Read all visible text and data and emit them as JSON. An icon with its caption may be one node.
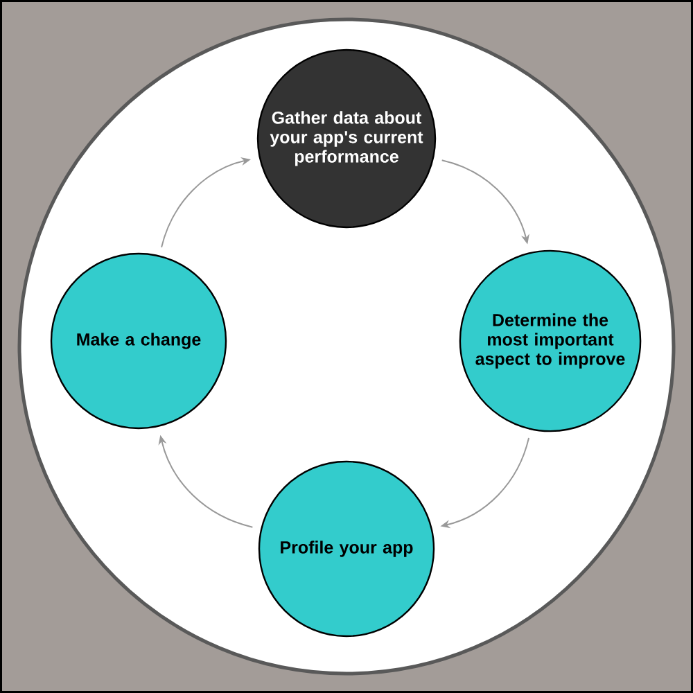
{
  "diagram": {
    "nodes": [
      {
        "text": [
          "Gather data about your app's current performance"
        ]
      },
      {
        "text": [
          "Determine the most important aspect to improve"
        ]
      },
      {
        "text": [
          "Profile your app"
        ]
      },
      {
        "text": [
          "Make a change"
        ]
      }
    ],
    "edges": [
      {
        "from": 0,
        "to": 1,
        "arrow": "to"
      },
      {
        "from": 1,
        "to": 2,
        "arrow": "to"
      },
      {
        "from": 2,
        "to": 3,
        "arrow": "to"
      },
      {
        "from": 3,
        "to": 0,
        "arrow": "to"
      }
    ]
  }
}
